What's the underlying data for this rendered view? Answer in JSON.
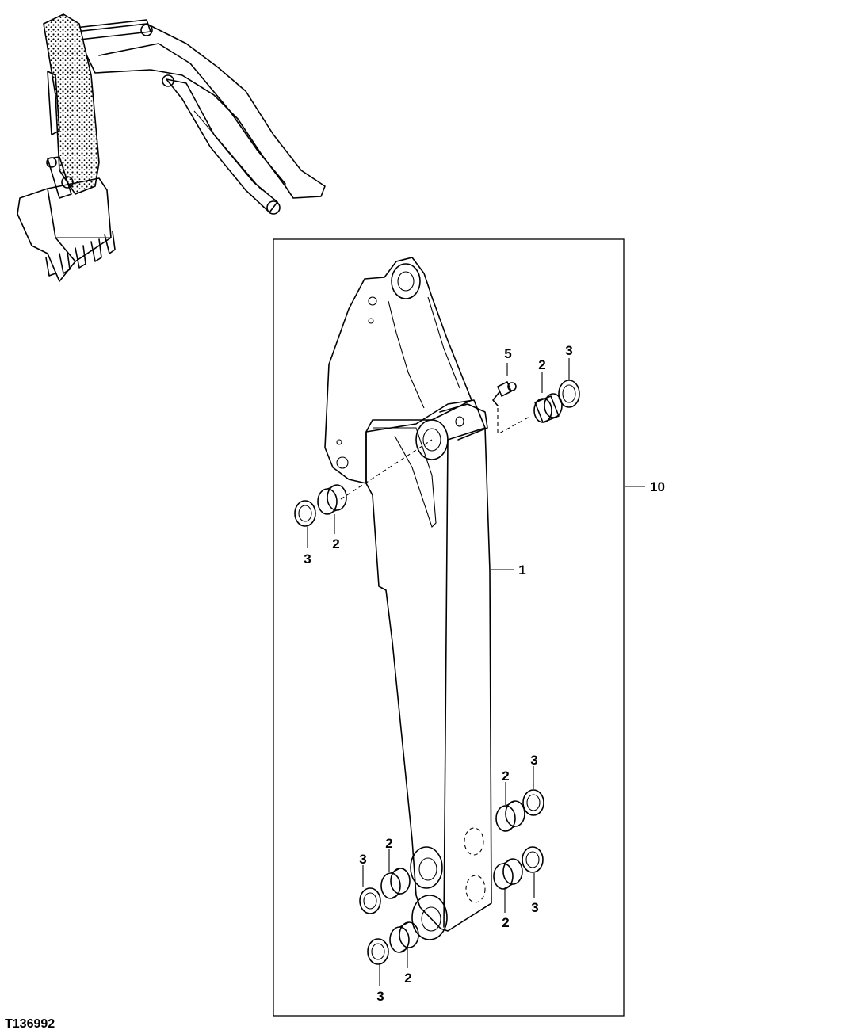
{
  "figure_id": "T136992",
  "callouts": {
    "arm": "1",
    "bushing": "2",
    "seal": "3",
    "grease_fitting": "5",
    "assembly": "10"
  }
}
